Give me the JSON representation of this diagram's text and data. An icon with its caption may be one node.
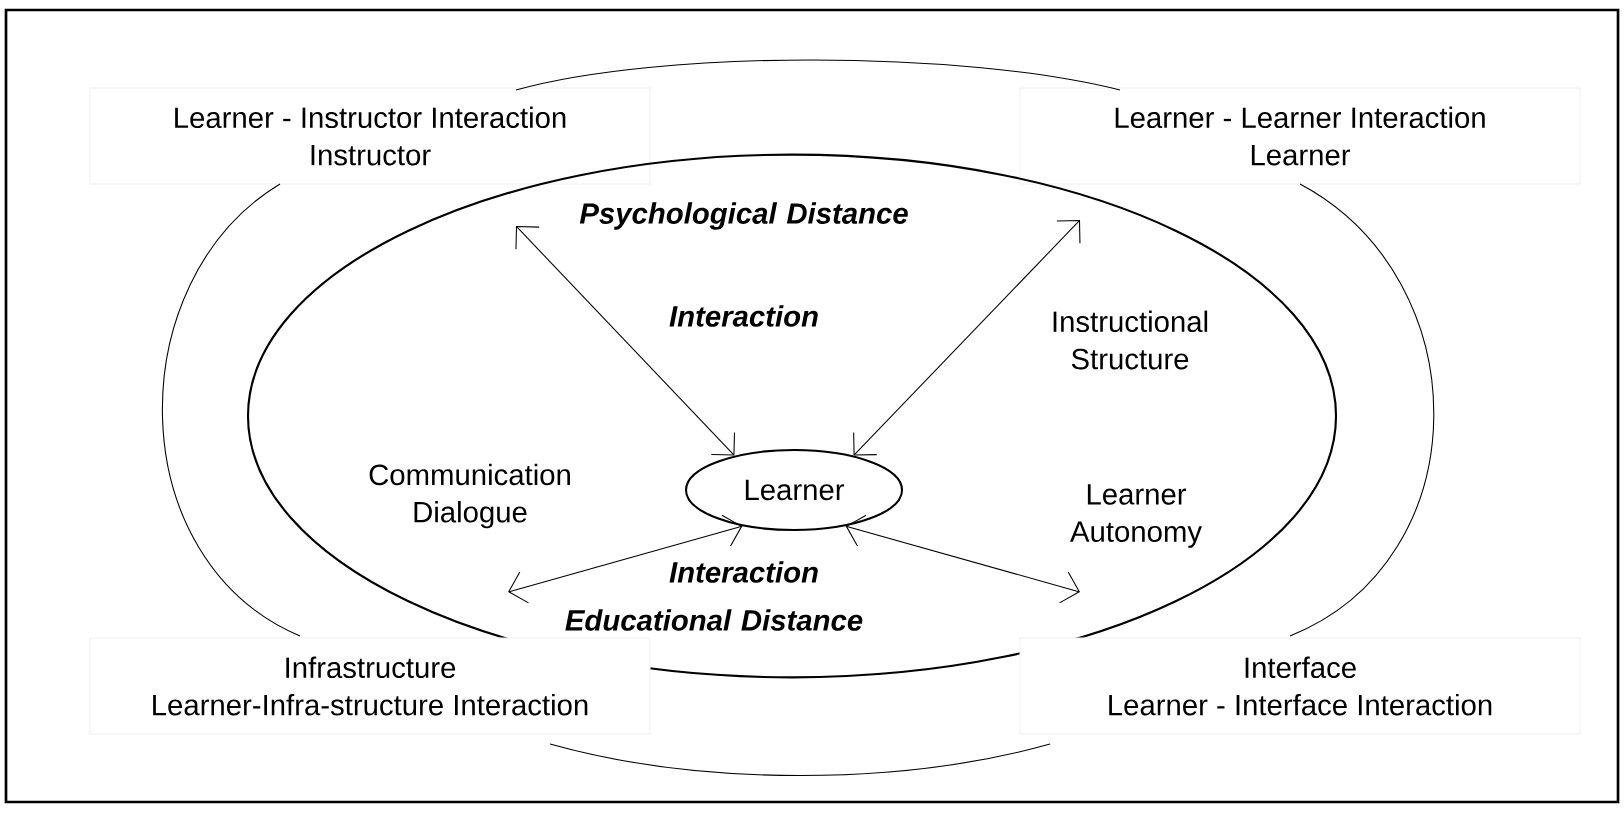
{
  "diagram": {
    "nodes": [
      {
        "text": [
          "Learner - Instructor Interaction",
          "Instructor"
        ]
      },
      {
        "text": [
          "Learner - Learner Interaction",
          "Learner"
        ]
      },
      {
        "text": [
          "Psychological Distance",
          "Interaction",
          "Communication Dialogue",
          "Instructional Structure",
          "Interaction",
          "Learner Autonomy",
          "Educational Distance"
        ]
      },
      {
        "text": [
          "Learner"
        ],
        "in": 2
      },
      {
        "text": [
          "Infrastructure",
          "Learner-Infra-structure Interaction"
        ]
      },
      {
        "text": [
          "Interface",
          "Learner - Interface Interaction"
        ]
      }
    ],
    "edges": [
      {
        "from": null,
        "to": 3,
        "arrow": "both"
      },
      {
        "from": null,
        "to": 3,
        "arrow": "both"
      },
      {
        "from": null,
        "to": 3,
        "arrow": "both"
      },
      {
        "from": null,
        "to": 3,
        "arrow": "both"
      },
      {
        "from": 0,
        "to": 1,
        "arrow": "none"
      },
      {
        "from": 1,
        "to": 5,
        "arrow": "none"
      },
      {
        "from": 5,
        "to": 4,
        "arrow": "none"
      },
      {
        "from": 4,
        "to": 0,
        "arrow": "none"
      }
    ]
  }
}
